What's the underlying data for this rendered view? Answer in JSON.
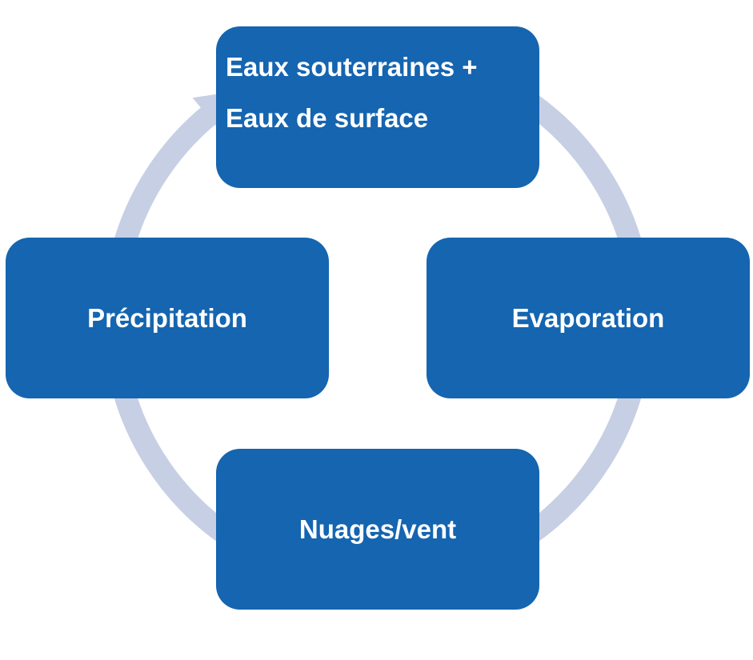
{
  "diagram": {
    "type": "cycle",
    "ring_color": "#c7cfe4",
    "node_color": "#1565b0",
    "text_color": "#ffffff",
    "nodes": [
      {
        "id": "top",
        "lines": [
          "Eaux souterraines +",
          "Eaux de surface"
        ]
      },
      {
        "id": "right",
        "label": "Evaporation"
      },
      {
        "id": "bottom",
        "label": "Nuages/vent"
      },
      {
        "id": "left",
        "label": "Précipitation"
      }
    ],
    "flow": "clockwise"
  }
}
